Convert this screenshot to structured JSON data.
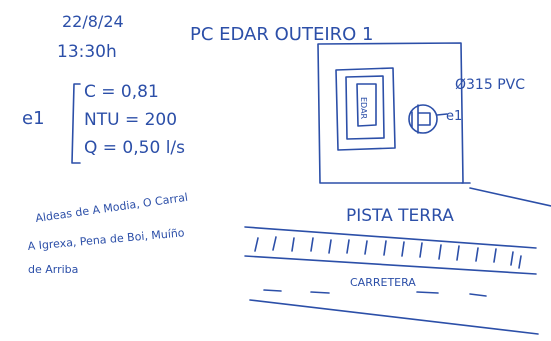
{
  "note": {
    "date": "22/8/24",
    "time": "13:30h",
    "site_title": "PC EDAR OUTEIRO 1",
    "point_label": "e1",
    "readings": [
      "C = 0,81",
      "NTU = 200",
      "Q = 0,50 l/s"
    ],
    "pipe_label": "Ø315 PVC",
    "device_letters": "EDAR",
    "device_point_label": "e1",
    "villages_line1": "Aldeas de A Modia, O Carral",
    "villages_line2": "A Igrexa, Pena de Boi, Muíño",
    "villages_line3": "de Arriba",
    "track_label": "PISTA TERRA",
    "road_label": "CARRETERA"
  },
  "colors": {
    "ink": "#2c4fa8",
    "paper": "#ffffff"
  }
}
